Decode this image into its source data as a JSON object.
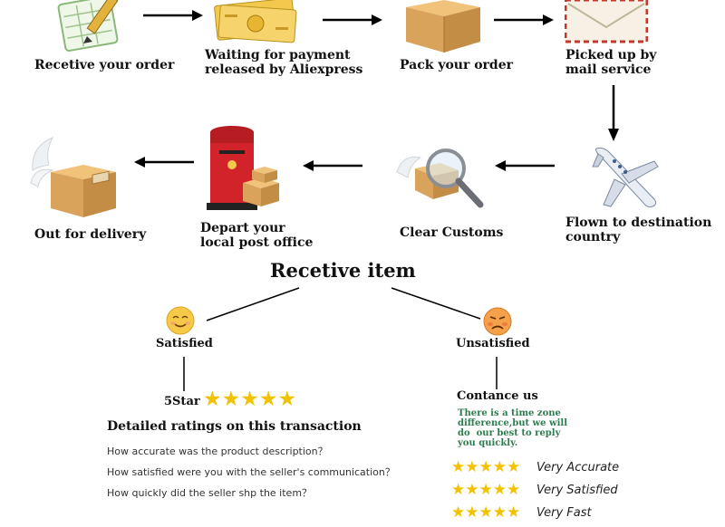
{
  "steps": [
    {
      "label": "Recetive your order",
      "icon": "order-form-icon"
    },
    {
      "label": "Waiting for payment\nreleased by Aliexpress",
      "icon": "money-icon"
    },
    {
      "label": "Pack your order",
      "icon": "box-icon"
    },
    {
      "label": "Picked up by\nmail service",
      "icon": "envelope-icon"
    },
    {
      "label": "Flown to destination\ncountry",
      "icon": "airplane-icon"
    },
    {
      "label": "Clear Customs",
      "icon": "magnifier-box-icon"
    },
    {
      "label": "Depart your\nlocal post office",
      "icon": "postbox-icon"
    },
    {
      "label": "Out for delivery",
      "icon": "winged-box-icon"
    }
  ],
  "title": "Recetive item",
  "satisfied": {
    "label": "Satisfied",
    "icon": "smile-face-icon"
  },
  "unsatisfied": {
    "label": "Unsatisfied",
    "icon": "sad-face-icon"
  },
  "five_star": {
    "label": "5Star",
    "stars": 5
  },
  "detailed": {
    "heading": "Detailed ratings on this transaction",
    "questions": [
      "How accurate was the product description？",
      "How satisfied were you with the seller's communication？",
      "How quickly did the seller shp the item？"
    ],
    "ratings": [
      {
        "stars": 5,
        "text": "Very Accurate"
      },
      {
        "stars": 5,
        "text": "Very Satisfied"
      },
      {
        "stars": 5,
        "text": "Very Fast"
      }
    ]
  },
  "contact": {
    "label": "Contance us",
    "note": "There is a time zone\ndifference,but we will\ndo  our best to reply\nyou quickly."
  },
  "colors": {
    "star": "#f2c200",
    "note": "#2e7d4f",
    "postbox": "#d2232a",
    "box": "#d9a35b"
  }
}
